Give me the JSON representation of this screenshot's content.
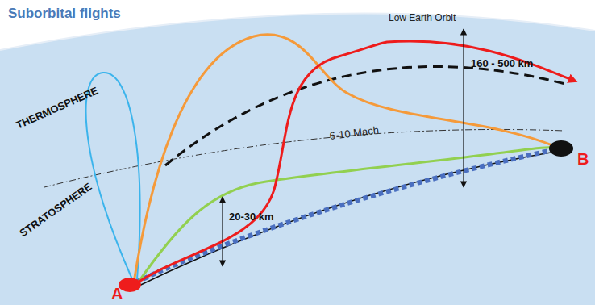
{
  "diagram": {
    "title": "Suborbital flights",
    "labels": [
      "Low Earth Orbit",
      "THERMOSPHERE",
      "160 - 500 km",
      "6-10 Mach",
      "20-30 km",
      "STRATOSPHERE",
      "A",
      "B"
    ]
  }
}
